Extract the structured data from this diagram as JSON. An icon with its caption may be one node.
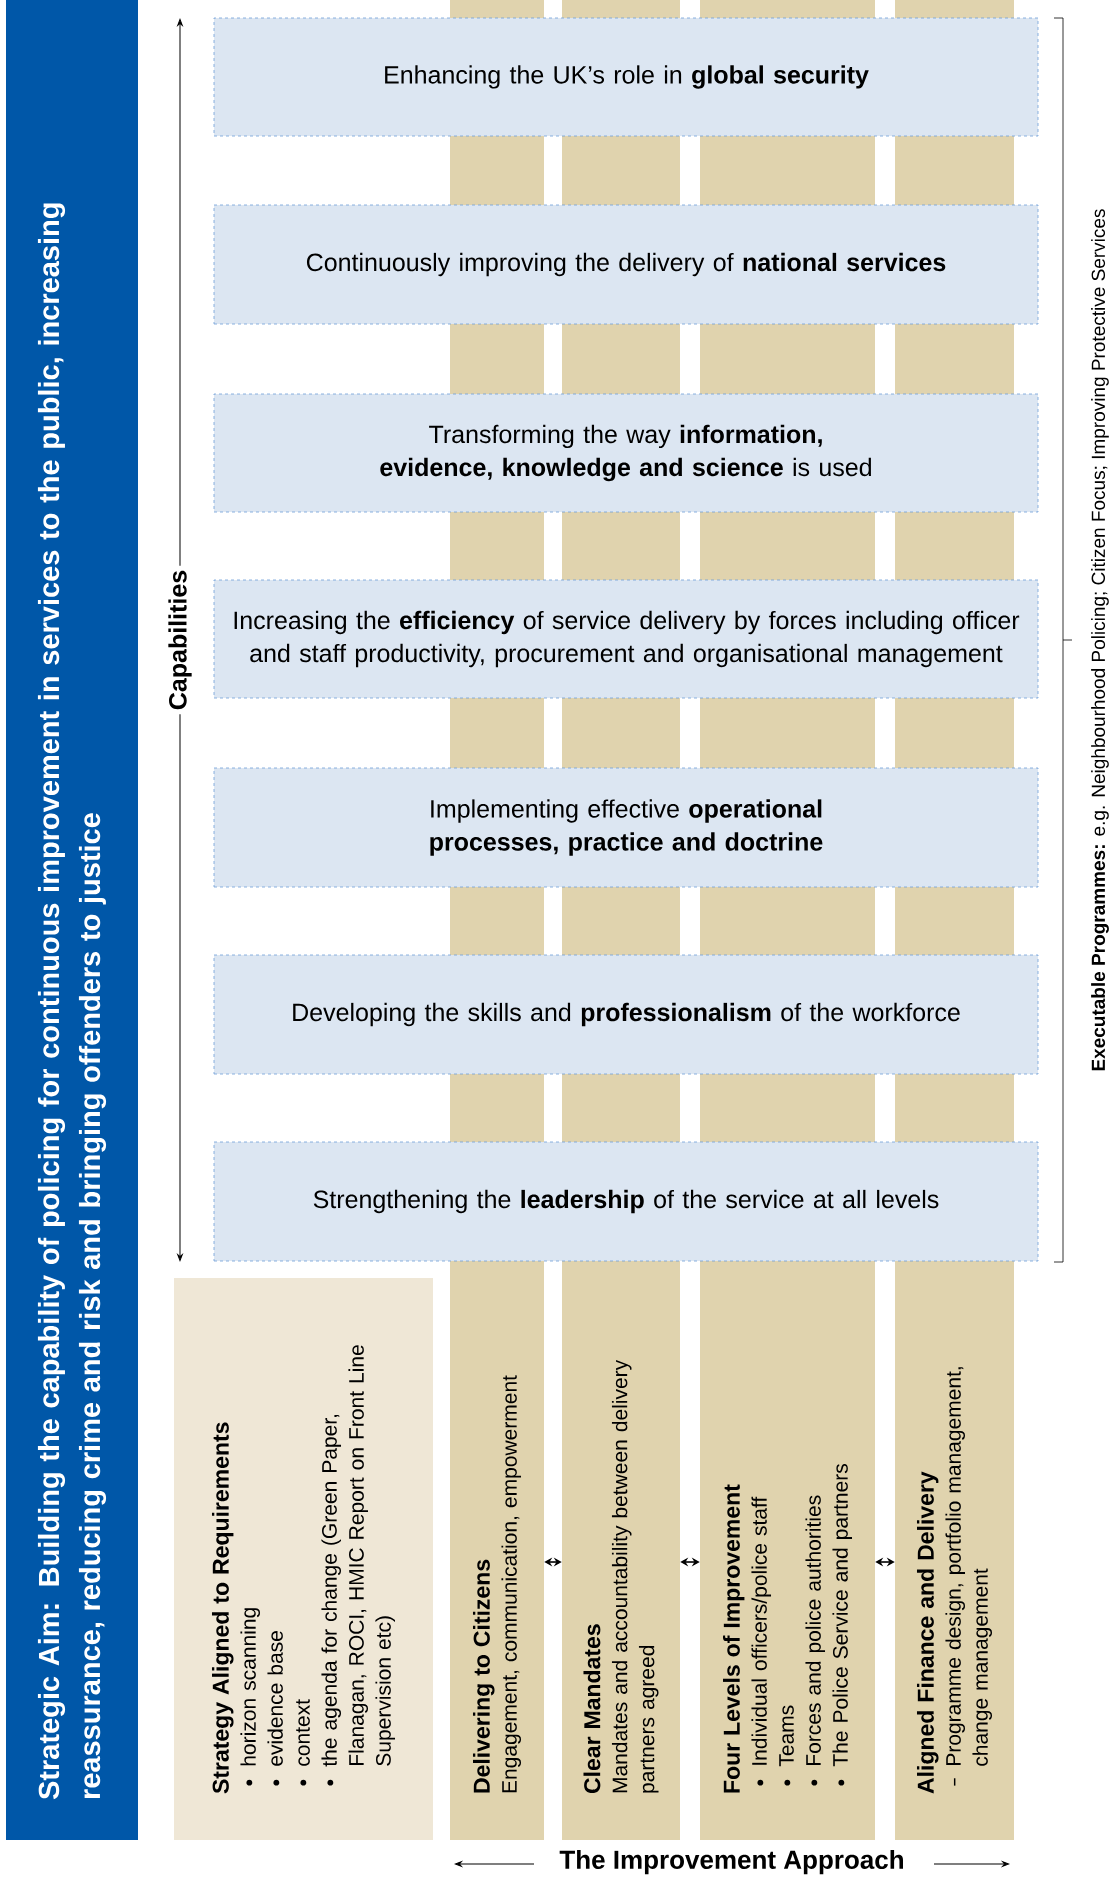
{
  "diagram": {
    "nodes": [
      {
        "text": [
          "Strategic Aim: Building the capability of policing for continuous improvement in services to the public, increasing reassurance, reducing crime and risk and bringing offenders to justice"
        ]
      },
      {
        "text": [
          "Enhancing the UK’s role in **global security**"
        ]
      },
      {
        "text": [
          "Continuously improving the delivery of **national services**"
        ]
      },
      {
        "text": [
          "Transforming the way **information, evidence, knowledge and science** is used"
        ]
      },
      {
        "text": [
          "Increasing the **efficiency** of service delivery by forces including officer and staff productivity, procurement and organisational management"
        ]
      },
      {
        "text": [
          "Implementing effective **operational processes, practice and doctrine**"
        ]
      },
      {
        "text": [
          "Developing the skills and **professionalism** of the workforce"
        ]
      },
      {
        "text": [
          "Strengthening the **leadership** of the service at all levels"
        ]
      },
      {
        "text": [
          "Strategy Aligned to Requirements",
          "horizon scanning",
          "evidence base",
          "context",
          "the agenda for change (Green Paper, Flanagan, ROCI, HMIC Report on Front Line Supervision etc)"
        ]
      },
      {
        "text": [
          "Delivering to Citizens",
          "Engagement, communication, empowerment"
        ]
      },
      {
        "text": [
          "Clear Mandates",
          "Mandates and accountability between delivery partners agreed"
        ]
      },
      {
        "text": [
          "Four Levels of Improvement",
          "Individual officers/police staff",
          "Teams",
          "Forces and police authorities",
          "The Police Service and partners"
        ]
      },
      {
        "text": [
          "Aligned Finance and Delivery",
          "Programme design, portfolio management, change management"
        ]
      }
    ],
    "edges": [
      {
        "from": 9,
        "to": 10,
        "arrow": "both"
      },
      {
        "from": 10,
        "to": 11,
        "arrow": "both"
      },
      {
        "from": 11,
        "to": 12,
        "arrow": "both"
      }
    ],
    "labels": [
      "Capabilities",
      "**Executable Programmes:** e.g. Neighbourhood Policing; Citizen Focus; Improving Protective Services",
      "The Improvement Approach"
    ]
  }
}
